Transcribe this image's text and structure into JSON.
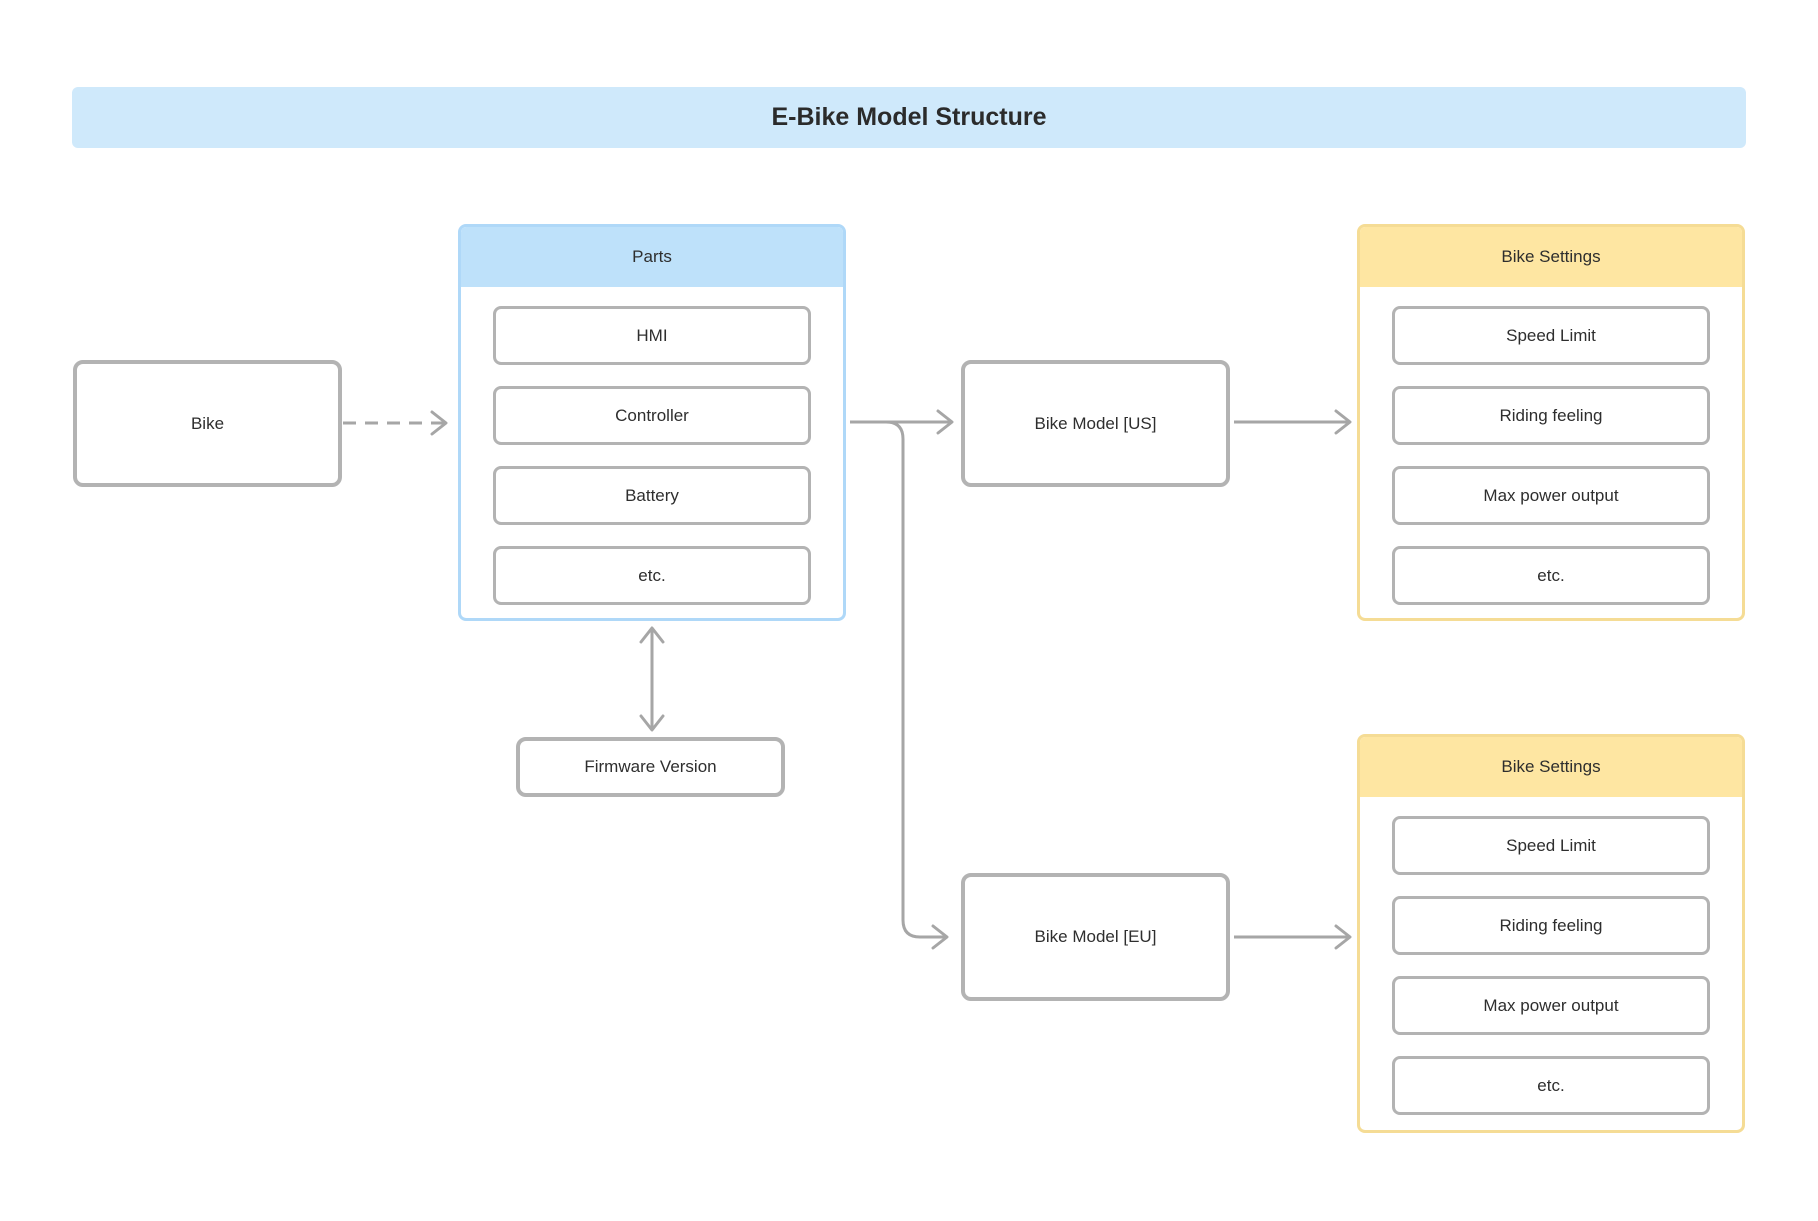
{
  "title": "E-Bike Model Structure",
  "colors": {
    "banner_fill": "#CFE9FB",
    "blue_header_fill": "#BEE1FA",
    "blue_container_border": "#AFD8F8",
    "yellow_header_fill": "#FEE6A2",
    "yellow_container_border": "#F5DC95",
    "box_border": "#B3B3B3",
    "edge": "#A6A6A6",
    "text": "#2E2E2E"
  },
  "nodes": {
    "bike": {
      "label": "Bike"
    },
    "parts": {
      "title": "Parts",
      "items": [
        "HMI",
        "Controller",
        "Battery",
        "etc."
      ]
    },
    "firmware": {
      "label": "Firmware Version"
    },
    "model_us": {
      "label": "Bike Model [US]"
    },
    "model_eu": {
      "label": "Bike Model [EU]"
    },
    "settings_us": {
      "title": "Bike Settings",
      "items": [
        "Speed Limit",
        "Riding feeling",
        "Max power output",
        "etc."
      ]
    },
    "settings_eu": {
      "title": "Bike Settings",
      "items": [
        "Speed Limit",
        "Riding feeling",
        "Max power output",
        "etc."
      ]
    }
  },
  "edges": {
    "bike_to_parts": "dashed-arrow",
    "parts_to_model_us": "arrow",
    "parts_to_model_eu": "curved-arrow",
    "parts_firmware": "double-arrow",
    "model_us_to_settings": "arrow",
    "model_eu_to_settings": "arrow"
  }
}
